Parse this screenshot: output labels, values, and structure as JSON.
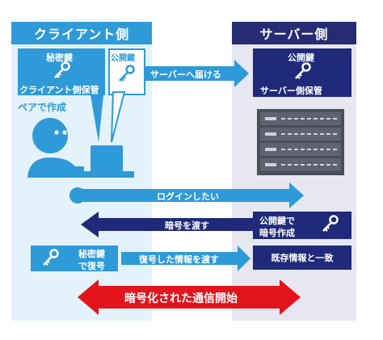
{
  "client": {
    "title": "クライアント側"
  },
  "server": {
    "title": "サーバー側"
  },
  "client_secret_key": {
    "label": "秘密鍵",
    "caption": "クライアント側保管"
  },
  "client_public_key": {
    "label": "公開鍵"
  },
  "pair_note": "ペアで作成",
  "send_to_server": "サーバーへ届ける",
  "server_public_key": {
    "label": "公開鍵",
    "caption": "サーバー側保管"
  },
  "step_login": "ログインしたい",
  "step_send_cipher": "暗号を渡す",
  "server_make_cipher": {
    "line1": "公開鍵で",
    "line2": "暗号作成"
  },
  "client_restore": {
    "line1": "秘密鍵",
    "line2": "で復号"
  },
  "step_send_decrypted": "復号した情報を渡す",
  "server_match": "既存情報と一致",
  "step_start": "暗号化された通信開始",
  "colors": {
    "client_blue": "#2f9ad8",
    "server_navy": "#1f2a7a",
    "alert_red": "#e3141c",
    "client_bg": "#e4f2fb",
    "server_bg": "#e6e7f0"
  }
}
